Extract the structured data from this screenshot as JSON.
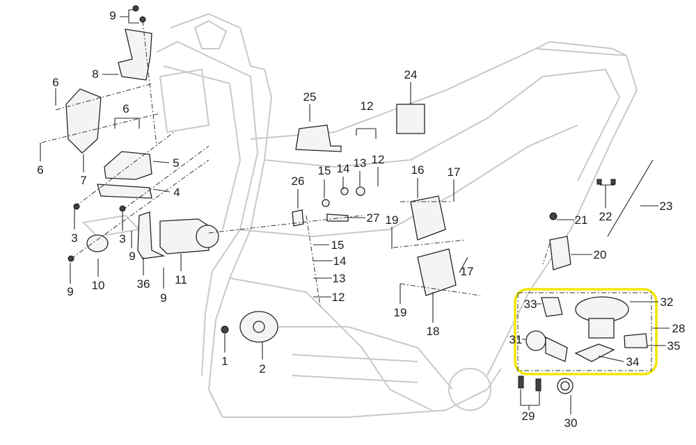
{
  "diagram": {
    "title": "Motorcycle frame electrical components exploded parts diagram",
    "highlight_color": "#f2e600",
    "callouts": [
      "9",
      "8",
      "6",
      "6",
      "6",
      "7",
      "5",
      "4",
      "3",
      "3",
      "9",
      "10",
      "36",
      "11",
      "9",
      "9",
      "25",
      "12",
      "24",
      "15",
      "14",
      "13",
      "12",
      "26",
      "16",
      "17",
      "27",
      "19",
      "15",
      "14",
      "13",
      "12",
      "17",
      "19",
      "18",
      "22",
      "23",
      "21",
      "20",
      "33",
      "32",
      "28",
      "31",
      "35",
      "34",
      "1",
      "2",
      "29",
      "30"
    ]
  }
}
